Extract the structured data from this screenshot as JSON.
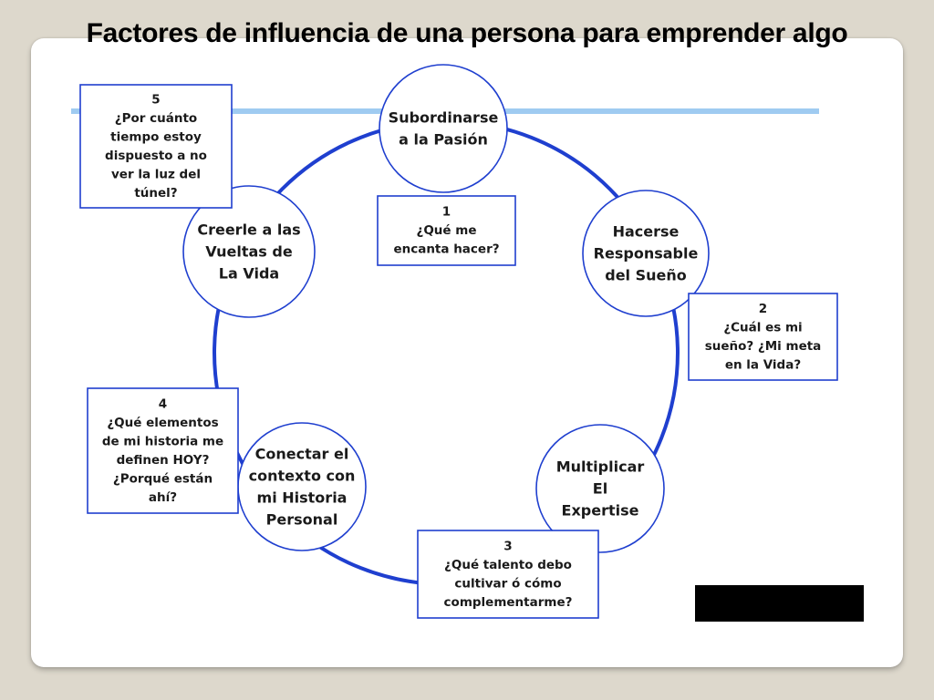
{
  "title": "Factores de influencia de una persona para emprender algo",
  "colors": {
    "ring": "#1f3fcf",
    "accent_bar": "#9fcbf1",
    "background": "#ddd8cc",
    "redaction": "#000000"
  },
  "nodes": [
    {
      "id": "subordinarse",
      "lines": [
        "Subordinarse",
        "a la Pasión"
      ]
    },
    {
      "id": "responsable",
      "lines": [
        "Hacerse",
        "Responsable",
        "del Sueño"
      ]
    },
    {
      "id": "multiplicar",
      "lines": [
        "Multiplicar",
        "El",
        "Expertise"
      ]
    },
    {
      "id": "conectar",
      "lines": [
        "Conectar el",
        "contexto con",
        "mi Historia",
        "Personal"
      ]
    },
    {
      "id": "creerle",
      "lines": [
        "Creerle a las",
        "Vueltas de",
        "La Vida"
      ]
    }
  ],
  "questions": [
    {
      "id": "q1",
      "lines": [
        "1",
        "¿Qué me",
        "encanta hacer?"
      ]
    },
    {
      "id": "q2",
      "lines": [
        "2",
        "¿Cuál es mi",
        "sueño? ¿Mi meta",
        "en la Vida?"
      ]
    },
    {
      "id": "q3",
      "lines": [
        "3",
        "¿Qué talento debo",
        "cultivar ó cómo",
        "complementarme?"
      ]
    },
    {
      "id": "q4",
      "lines": [
        "4",
        "¿Qué elementos",
        "de mi historia me",
        "definen HOY?",
        "¿Porqué están",
        "ahí?"
      ]
    },
    {
      "id": "q5",
      "lines": [
        "5",
        "¿Por cuánto",
        "tiempo estoy",
        "dispuesto a no",
        "ver la luz del",
        "túnel?"
      ]
    }
  ]
}
